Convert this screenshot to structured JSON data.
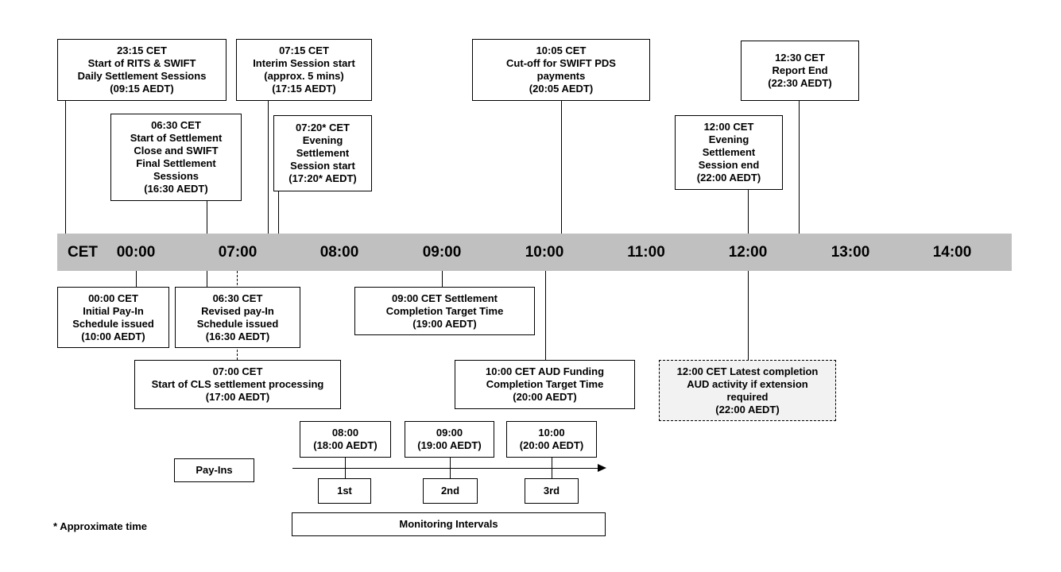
{
  "timeline": {
    "zone": "CET",
    "hours": [
      "00:00",
      "07:00",
      "08:00",
      "09:00",
      "10:00",
      "11:00",
      "12:00",
      "13:00",
      "14:00"
    ]
  },
  "events_top": [
    {
      "lines": [
        "23:15 CET",
        "Start of RITS & SWIFT",
        "Daily Settlement Sessions",
        "(09:15 AEDT)"
      ]
    },
    {
      "lines": [
        "07:15 CET",
        "Interim Session start",
        "(approx. 5 mins)",
        "(17:15 AEDT)"
      ]
    },
    {
      "lines": [
        "10:05 CET",
        "Cut-off for SWIFT PDS",
        "payments",
        "(20:05 AEDT)"
      ]
    },
    {
      "lines": [
        "12:30 CET",
        "Report End",
        "(22:30 AEDT)"
      ]
    },
    {
      "lines": [
        "06:30 CET",
        "Start of Settlement",
        "Close and SWIFT",
        "Final Settlement",
        "Sessions",
        "(16:30 AEDT)"
      ]
    },
    {
      "lines": [
        "07:20* CET",
        "Evening",
        "Settlement",
        "Session start",
        "(17:20* AEDT)"
      ]
    },
    {
      "lines": [
        "12:00 CET",
        "Evening",
        "Settlement",
        "Session end",
        "(22:00 AEDT)"
      ]
    }
  ],
  "events_bottom": [
    {
      "lines": [
        "00:00 CET",
        "Initial Pay-In",
        "Schedule issued",
        "(10:00 AEDT)"
      ]
    },
    {
      "lines": [
        "06:30 CET",
        "Revised pay-In",
        "Schedule issued",
        "(16:30 AEDT)"
      ]
    },
    {
      "lines": [
        "09:00 CET Settlement",
        "Completion Target Time",
        "(19:00 AEDT)"
      ]
    },
    {
      "lines": [
        "07:00 CET",
        "Start of CLS settlement processing",
        "(17:00 AEDT)"
      ]
    },
    {
      "lines": [
        "10:00 CET AUD Funding",
        "Completion Target Time",
        "(20:00 AEDT)"
      ]
    },
    {
      "lines": [
        "12:00 CET Latest completion",
        "AUD activity if extension",
        "required",
        "(22:00 AEDT)"
      ]
    }
  ],
  "payins": {
    "label": "Pay-Ins",
    "times": [
      {
        "lines": [
          "08:00",
          "(18:00 AEDT)"
        ]
      },
      {
        "lines": [
          "09:00",
          "(19:00 AEDT)"
        ]
      },
      {
        "lines": [
          "10:00",
          "(20:00 AEDT)"
        ]
      }
    ],
    "ordinals": [
      "1st",
      "2nd",
      "3rd"
    ],
    "monitoring": "Monitoring Intervals"
  },
  "footnote": "* Approximate time"
}
